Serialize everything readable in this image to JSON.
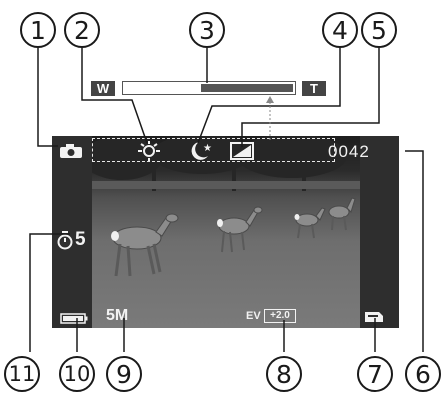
{
  "callouts": {
    "c1": "1",
    "c2": "2",
    "c3": "3",
    "c4": "4",
    "c5": "5",
    "c6": "6",
    "c7": "7",
    "c8": "8",
    "c9": "9",
    "c10": "10",
    "c11": "11"
  },
  "zoom_bar": {
    "wide_label": "W",
    "tele_label": "T",
    "zoom_level": 0.55
  },
  "screen": {
    "shot_counter": "0042",
    "self_timer_seconds": "5",
    "resolution": "5M",
    "ev_label": "EV",
    "ev_value": "+2.0"
  },
  "icons": {
    "mode": "camera-mode-icon",
    "white_balance": "sun-icon",
    "scene": "night-moon-icon",
    "frame": "frame-icon",
    "timer": "self-timer-icon",
    "battery": "battery-icon",
    "memory": "sd-card-icon"
  }
}
